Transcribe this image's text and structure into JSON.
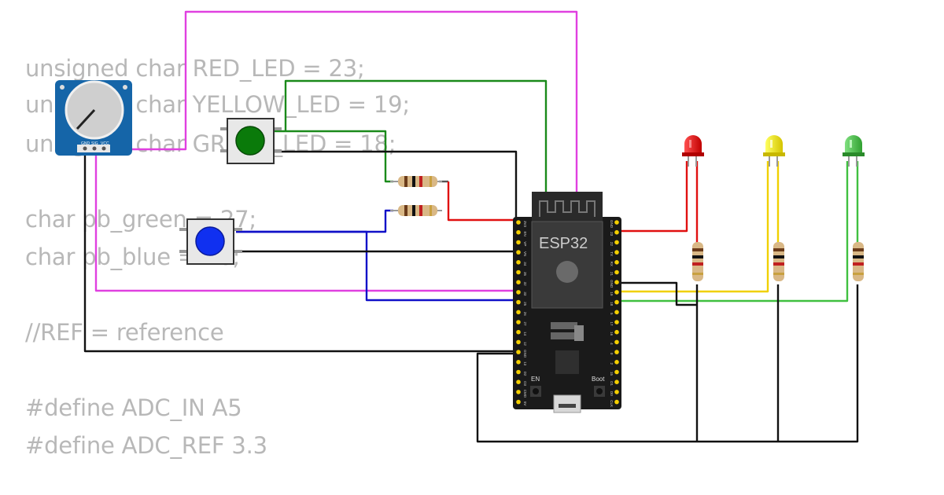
{
  "code_lines": [
    "unsigned char RED_LED = 23;",
    "unsigned char YELLOW_LED = 19;",
    "unsigned char GREEN_LED = 18;",
    "",
    "char pb_green = 27;",
    "char pb_blue = 26;",
    "",
    "//REF = reference",
    "",
    "#define ADC_IN A5",
    "#define ADC_REF 3.3"
  ],
  "esp32": {
    "label": "ESP32",
    "en_label": "EN",
    "boot_label": "Boot",
    "left_pins": [
      "3V3",
      "EN",
      "VP",
      "VN",
      "34",
      "35",
      "32",
      "33",
      "25",
      "26",
      "27",
      "14",
      "12",
      "GND",
      "13",
      "D2",
      "D3",
      "CMD",
      "5V"
    ],
    "right_pins": [
      "GND",
      "23",
      "22",
      "TX",
      "RX",
      "21",
      "GND",
      "19",
      "18",
      "5",
      "17",
      "16",
      "4",
      "0",
      "2",
      "15",
      "D1",
      "D0",
      "CLK"
    ]
  },
  "potentiometer": {
    "pins": [
      "GND",
      "SIG",
      "VCC"
    ]
  },
  "colors": {
    "magenta": "#e040e0",
    "green_wire": "#1a8a1a",
    "blue_wire": "#1010c8",
    "red_wire": "#e01010",
    "yellow_wire": "#f0d000",
    "lime_wire": "#40c040",
    "black_wire": "#111111",
    "board": "#1a1a1a",
    "pin_yellow": "#f5d000",
    "pot_blue": "#1565a8"
  }
}
